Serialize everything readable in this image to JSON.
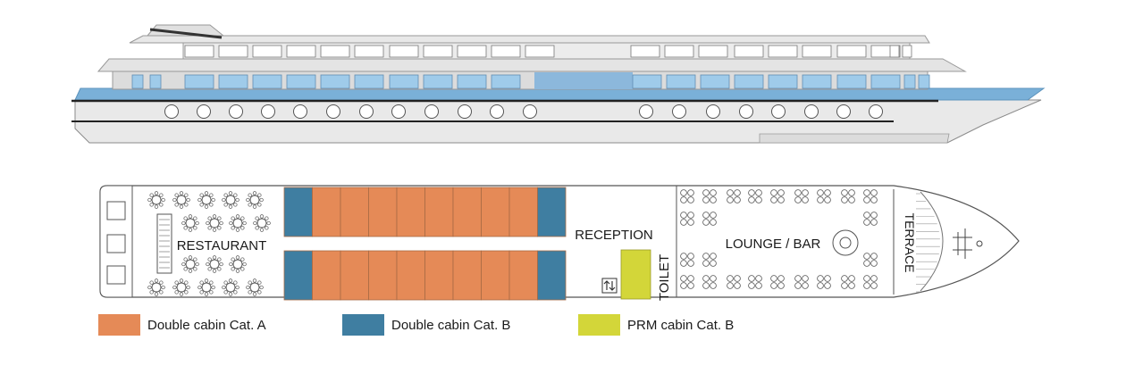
{
  "labels": {
    "restaurant": "RESTAURANT",
    "reception": "RECEPTION",
    "toilet": "TOILET",
    "lounge": "LOUNGE / BAR",
    "terrace": "TERRACE"
  },
  "legend": [
    {
      "label": "Double cabin Cat. A",
      "color": "#e58a57"
    },
    {
      "label": "Double cabin Cat. B",
      "color": "#3f7ea1"
    },
    {
      "label": "PRM cabin Cat. B",
      "color": "#d3d639"
    }
  ],
  "colors": {
    "cat_a": "#e58a57",
    "cat_b": "#3f7ea1",
    "prm": "#d3d639",
    "window_blue": "#9fcbea",
    "hull_grey": "#e6e6e6",
    "hull_blue": "#7ab0d8"
  },
  "cabin_rows": [
    [
      "B",
      "A",
      "A",
      "A",
      "A",
      "A",
      "A",
      "A",
      "A",
      "B"
    ],
    [
      "B",
      "A",
      "A",
      "A",
      "A",
      "A",
      "A",
      "A",
      "A",
      "B"
    ]
  ]
}
